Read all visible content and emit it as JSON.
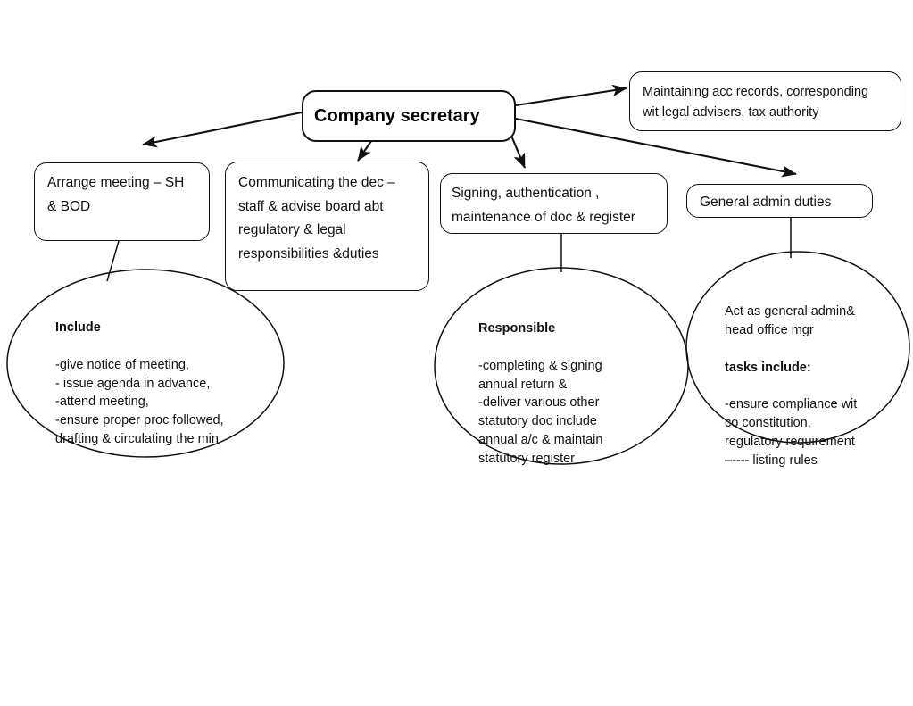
{
  "diagram": {
    "title": "Company secretary duties",
    "background_color": "#ffffff",
    "stroke_color": "#111111",
    "text_color": "#111111"
  },
  "root": {
    "label": "Company secretary"
  },
  "boxes": [
    {
      "id": "accounting",
      "label": "Maintaining acc records, corresponding\nwit legal advisers, tax authority"
    },
    {
      "id": "arrange-meeting",
      "label": "Arrange meeting – SH\n& BOD"
    },
    {
      "id": "communicating",
      "label": "Communicating the dec –\nstaff  & advise board abt\nregulatory & legal\nresponsibilities &duties"
    },
    {
      "id": "signing",
      "label": "Signing, authentication ,\nmaintenance of doc & register"
    },
    {
      "id": "general-admin",
      "label": "General admin duties"
    }
  ],
  "ellipses": [
    {
      "id": "include",
      "heading": "Include",
      "body": "-give notice of meeting,\n- issue agenda in advance,\n-attend meeting,\n-ensure proper proc followed,\ndrafting & circulating the min"
    },
    {
      "id": "responsible",
      "heading": "Responsible",
      "body": "-completing & signing\nannual return &\n-deliver various other\nstatutory doc include\nannual a/c & maintain\nstatutory register"
    },
    {
      "id": "general-admin-detail",
      "intro": "Act as general admin&\nhead office mgr",
      "heading": "tasks include:",
      "body": "-ensure compliance wit\nco constitution,\nregulatory requirement\n–---- listing rules"
    }
  ]
}
